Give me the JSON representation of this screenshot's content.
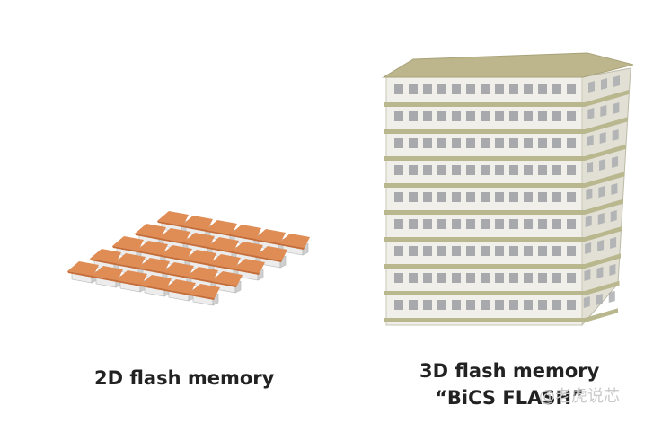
{
  "labels": {
    "planar": "2D flash memory",
    "stacked_line1": "3D flash memory",
    "stacked_line2": "“BiCS FLASH”"
  },
  "watermark": "@老虎说芯",
  "colors": {
    "roof": "#e08d55",
    "roof_dark": "#c56d38",
    "wall": "#ececec",
    "wall_side": "#cfcfcf",
    "building_front": "#f0efe9",
    "building_side": "#e2e0d4",
    "floor_band": "#b9b78e",
    "building_roof": "#bdb68d",
    "window": "#a7a9ad"
  },
  "icons": {
    "house": "house-icon",
    "building": "building-icon"
  }
}
